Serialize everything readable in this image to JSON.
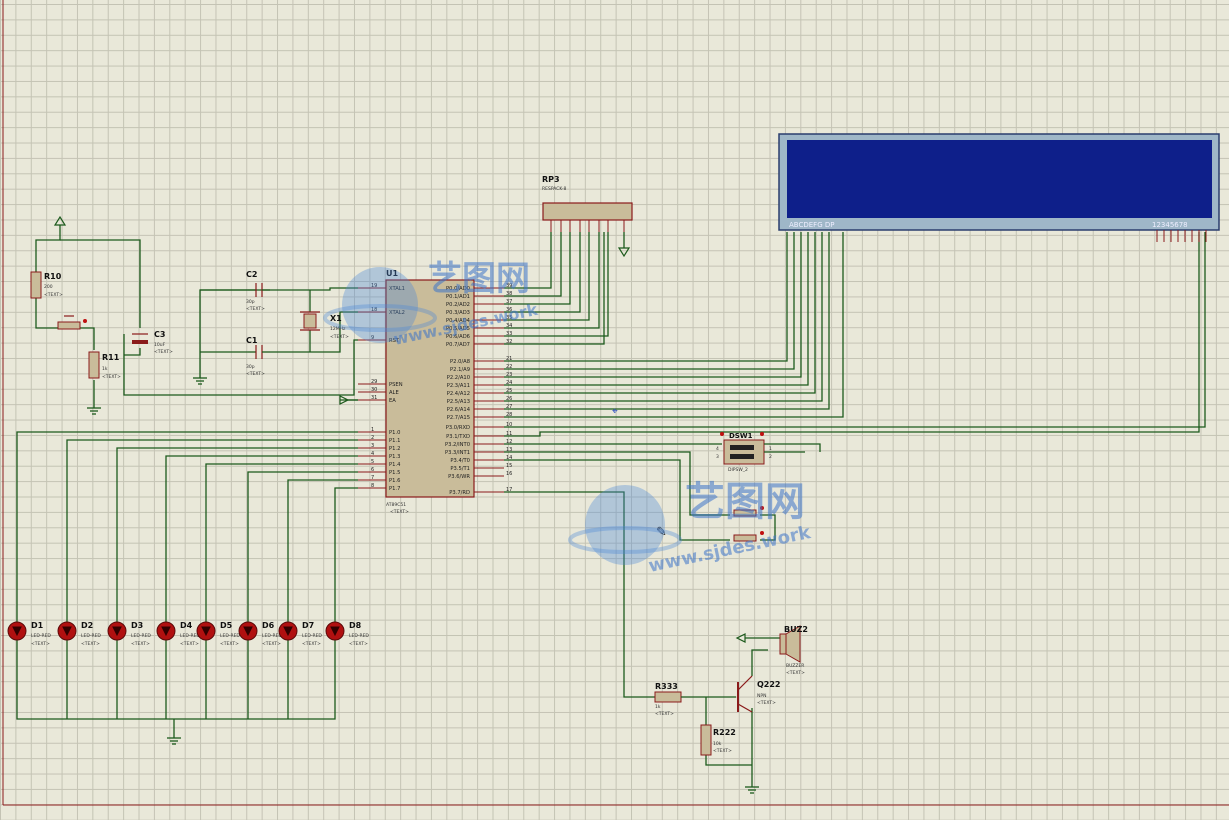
{
  "schematic": {
    "u1": {
      "ref": "U1",
      "part": "AT89C51",
      "text": "<TEXT>",
      "left_pins": [
        {
          "n": "19",
          "l": "XTAL1"
        },
        {
          "n": "18",
          "l": "XTAL2"
        },
        {
          "n": "9",
          "l": "RST"
        },
        {
          "n": "29",
          "l": "PSEN"
        },
        {
          "n": "30",
          "l": "ALE"
        },
        {
          "n": "31",
          "l": "EA"
        },
        {
          "n": "1",
          "l": "P1.0"
        },
        {
          "n": "2",
          "l": "P1.1"
        },
        {
          "n": "3",
          "l": "P1.2"
        },
        {
          "n": "4",
          "l": "P1.3"
        },
        {
          "n": "5",
          "l": "P1.4"
        },
        {
          "n": "6",
          "l": "P1.5"
        },
        {
          "n": "7",
          "l": "P1.6"
        },
        {
          "n": "8",
          "l": "P1.7"
        }
      ],
      "right_pins": [
        {
          "n": "39",
          "l": "P0.0/AD0"
        },
        {
          "n": "38",
          "l": "P0.1/AD1"
        },
        {
          "n": "37",
          "l": "P0.2/AD2"
        },
        {
          "n": "36",
          "l": "P0.3/AD3"
        },
        {
          "n": "35",
          "l": "P0.4/AD4"
        },
        {
          "n": "34",
          "l": "P0.5/AD5"
        },
        {
          "n": "33",
          "l": "P0.6/AD6"
        },
        {
          "n": "32",
          "l": "P0.7/AD7"
        },
        {
          "n": "21",
          "l": "P2.0/A8"
        },
        {
          "n": "22",
          "l": "P2.1/A9"
        },
        {
          "n": "23",
          "l": "P2.2/A10"
        },
        {
          "n": "24",
          "l": "P2.3/A11"
        },
        {
          "n": "25",
          "l": "P2.4/A12"
        },
        {
          "n": "26",
          "l": "P2.5/A13"
        },
        {
          "n": "27",
          "l": "P2.6/A14"
        },
        {
          "n": "28",
          "l": "P2.7/A15"
        },
        {
          "n": "10",
          "l": "P3.0/RXD"
        },
        {
          "n": "11",
          "l": "P3.1/TXD"
        },
        {
          "n": "12",
          "l": "P3.2/INT0"
        },
        {
          "n": "13",
          "l": "P3.3/INT1"
        },
        {
          "n": "14",
          "l": "P3.4/T0"
        },
        {
          "n": "15",
          "l": "P3.5/T1"
        },
        {
          "n": "16",
          "l": "P3.6/WR"
        },
        {
          "n": "17",
          "l": "P3.7/RD"
        }
      ]
    },
    "rp3": {
      "ref": "RP3",
      "part": "RESPACK-8"
    },
    "c2": {
      "ref": "C2",
      "val": "30p",
      "text": "<TEXT>"
    },
    "c1": {
      "ref": "C1",
      "val": "30p",
      "text": "<TEXT>"
    },
    "x1": {
      "ref": "X1",
      "val": "12MHz",
      "text": "<TEXT>"
    },
    "r10": {
      "ref": "R10",
      "val": "200",
      "text": "<TEXT>"
    },
    "r11": {
      "ref": "R11",
      "val": "1k",
      "text": "<TEXT>"
    },
    "c3": {
      "ref": "C3",
      "val": "10uF",
      "text": "<TEXT>"
    },
    "display": {
      "seg_label": "ABCDEFG DP",
      "digit_label": "12345678",
      "bg": "#0e1f8a"
    },
    "dsw": {
      "ref": "DSW1",
      "part": "DIPSW_2",
      "p1": "1",
      "p2": "2",
      "p3": "3",
      "p4": "4"
    },
    "leds": [
      {
        "ref": "D1",
        "part": "LED-RED",
        "text": "<TEXT>"
      },
      {
        "ref": "D2",
        "part": "LED-RED",
        "text": "<TEXT>"
      },
      {
        "ref": "D3",
        "part": "LED-RED",
        "text": "<TEXT>"
      },
      {
        "ref": "D4",
        "part": "LED-RED",
        "text": "<TEXT>"
      },
      {
        "ref": "D5",
        "part": "LED-RED",
        "text": "<TEXT>"
      },
      {
        "ref": "D6",
        "part": "LED-RED",
        "text": "<TEXT>"
      },
      {
        "ref": "D7",
        "part": "LED-RED",
        "text": "<TEXT>"
      },
      {
        "ref": "D8",
        "part": "LED-RED",
        "text": "<TEXT>"
      }
    ],
    "buz2": {
      "ref": "BUZ2",
      "part": "BUZZER",
      "text": "<TEXT>"
    },
    "q222": {
      "ref": "Q222",
      "part": "NPN",
      "text": "<TEXT>"
    },
    "r333": {
      "ref": "R333",
      "val": "1k",
      "text": "<TEXT>"
    },
    "r222": {
      "ref": "R222",
      "val": "10k",
      "text": "<TEXT>"
    }
  },
  "watermark": {
    "cn": "艺图网",
    "url": "www.sjdes.work"
  },
  "colors": {
    "wire": "#1c5a1c",
    "component": "#8a1a1a",
    "body": "#c9bc9a",
    "led": "#b01010",
    "display": "#0e1f8a"
  }
}
